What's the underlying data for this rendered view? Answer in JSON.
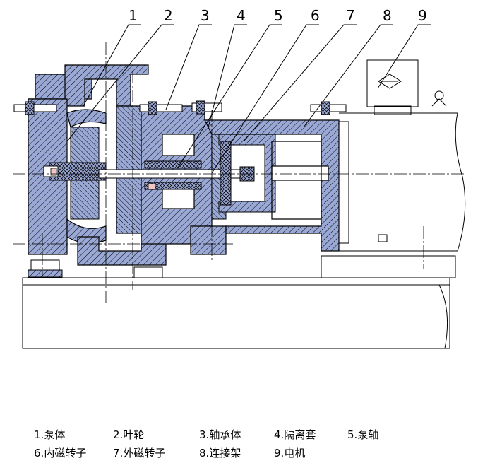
{
  "callouts": [
    "1",
    "2",
    "3",
    "4",
    "5",
    "6",
    "7",
    "8",
    "9"
  ],
  "legend": [
    {
      "num": "1.",
      "label": "泵体"
    },
    {
      "num": "2.",
      "label": "叶轮"
    },
    {
      "num": "3.",
      "label": "轴承体"
    },
    {
      "num": "4.",
      "label": "隔离套"
    },
    {
      "num": "5.",
      "label": "泵轴"
    },
    {
      "num": "6.",
      "label": "内磁转子"
    },
    {
      "num": "7.",
      "label": "外磁转子"
    },
    {
      "num": "8.",
      "label": "连接架"
    },
    {
      "num": "9.",
      "label": "电机"
    }
  ],
  "colors": {
    "line": "#000000",
    "hatch_fill": "#9aa8d6",
    "pink_fill": "#f2c6c6",
    "background": "#ffffff"
  }
}
